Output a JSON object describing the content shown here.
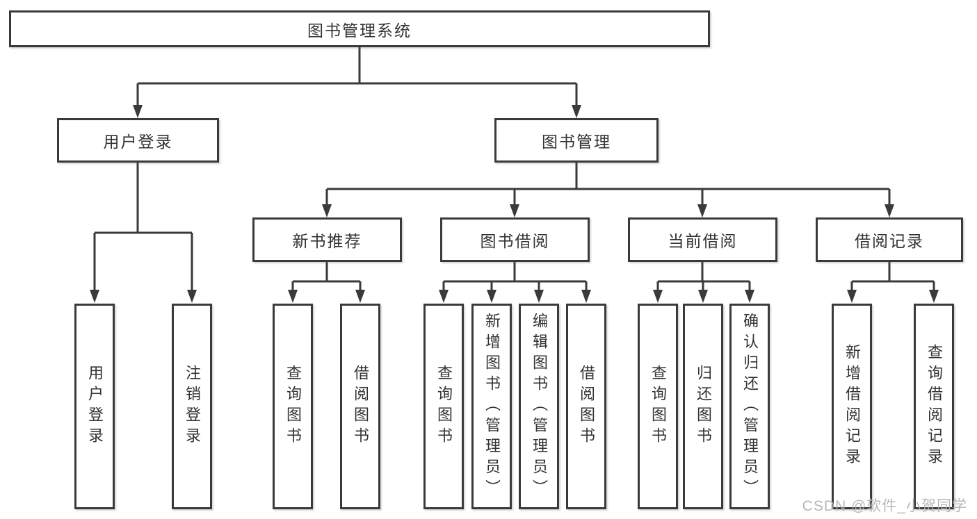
{
  "diagram": {
    "root": {
      "label": "图书管理系统",
      "children": [
        {
          "label": "用户登录",
          "children": [
            {
              "label": "用户登录"
            },
            {
              "label": "注销登录"
            }
          ]
        },
        {
          "label": "图书管理",
          "children": [
            {
              "label": "新书推荐",
              "children": [
                {
                  "label": "查询图书"
                },
                {
                  "label": "借阅图书"
                }
              ]
            },
            {
              "label": "图书借阅",
              "children": [
                {
                  "label": "查询图书"
                },
                {
                  "label": "新增图书（管理员）"
                },
                {
                  "label": "编辑图书（管理员）"
                },
                {
                  "label": "借阅图书"
                }
              ]
            },
            {
              "label": "当前借阅",
              "children": [
                {
                  "label": "查询图书"
                },
                {
                  "label": "归还图书"
                },
                {
                  "label": "确认归还（管理员）"
                }
              ]
            },
            {
              "label": "借阅记录",
              "children": [
                {
                  "label": "新增借阅记录"
                },
                {
                  "label": "查询借阅记录"
                }
              ]
            }
          ]
        }
      ]
    }
  },
  "watermark": {
    "text": "CSDN @软件_小贺同学"
  },
  "colors": {
    "line": "#3a3a3a",
    "text": "#333333",
    "background": "#ffffff",
    "watermark": "#b2b2b2"
  }
}
